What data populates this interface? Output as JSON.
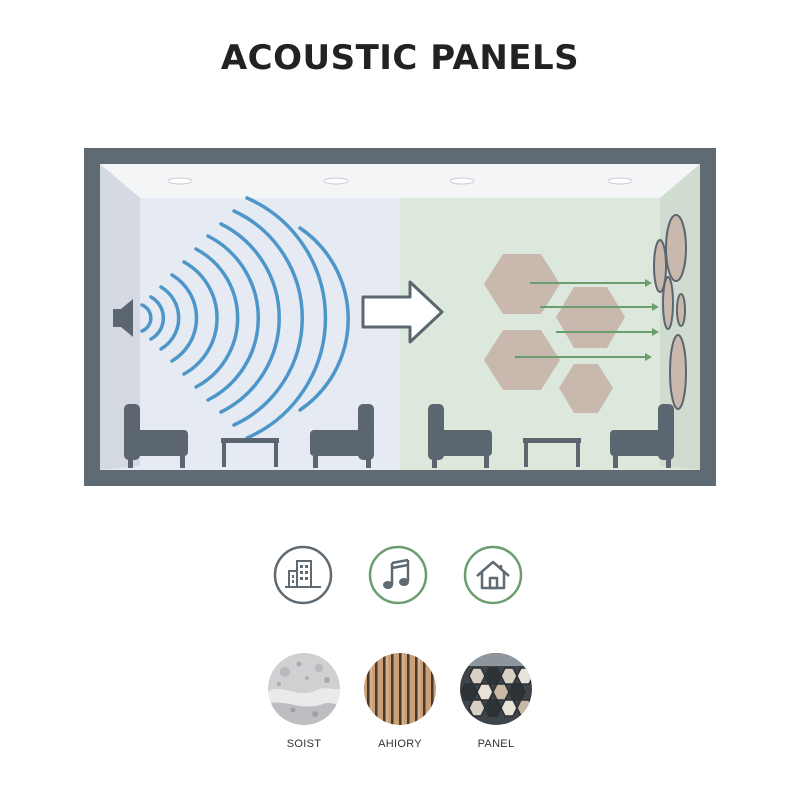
{
  "title": "ACOUSTIC PANELS",
  "colors": {
    "frame": "#5f6a72",
    "left_wall": "#e6eaf2",
    "right_wall": "#dde8dc",
    "sound_wave": "#4d96c9",
    "arrow_green": "#6a9e6e",
    "panel_tan": "#c9b8ad",
    "furniture": "#5b6670"
  },
  "icons": [
    {
      "name": "building-icon",
      "border": "#5f6a72"
    },
    {
      "name": "music-note-icon",
      "border": "#6a9e6e"
    },
    {
      "name": "home-icon",
      "border": "#6a9e6e"
    }
  ],
  "materials": [
    {
      "label": "SOIST",
      "pattern": "stone"
    },
    {
      "label": "AHIORY",
      "pattern": "wood-slats"
    },
    {
      "label": "PANEL",
      "pattern": "hexagon"
    }
  ]
}
